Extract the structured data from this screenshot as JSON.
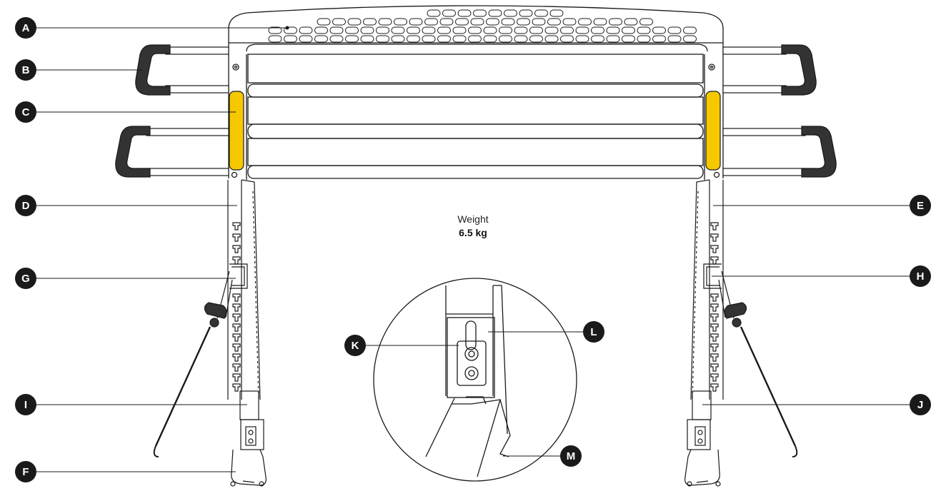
{
  "weight": {
    "label": "Weight",
    "value": "6.5 kg"
  },
  "callouts": {
    "A": "A",
    "B": "B",
    "C": "C",
    "D": "D",
    "E": "E",
    "F": "F",
    "G": "G",
    "H": "H",
    "I": "I",
    "J": "J",
    "K": "K",
    "L": "L",
    "M": "M"
  },
  "colors": {
    "outline": "#1a1a1a",
    "handle": "#333333",
    "highlight": "#f5c800",
    "callout": "#1a1a1a"
  }
}
